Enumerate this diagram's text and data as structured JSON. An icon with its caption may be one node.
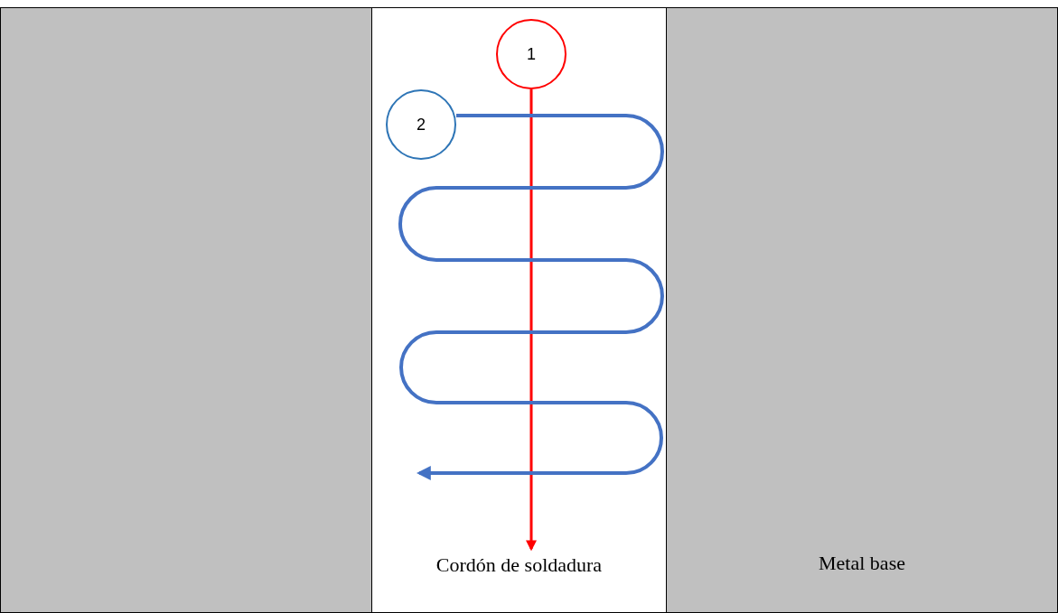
{
  "diagram": {
    "nodes": [
      {
        "text": [],
        "shape": "box"
      },
      {
        "text": [
          "Cordón de soldadura"
        ]
      },
      {
        "text": [
          "Metal base"
        ]
      },
      {
        "text": [
          "1"
        ],
        "in": 1
      },
      {
        "text": [
          "2"
        ],
        "in": 1
      }
    ],
    "edges": [
      {
        "from": 3,
        "to": null,
        "arrow": "to",
        "color": "#ff0000"
      },
      {
        "from": 4,
        "to": null,
        "arrow": "to",
        "color": "#4472c4"
      }
    ]
  }
}
